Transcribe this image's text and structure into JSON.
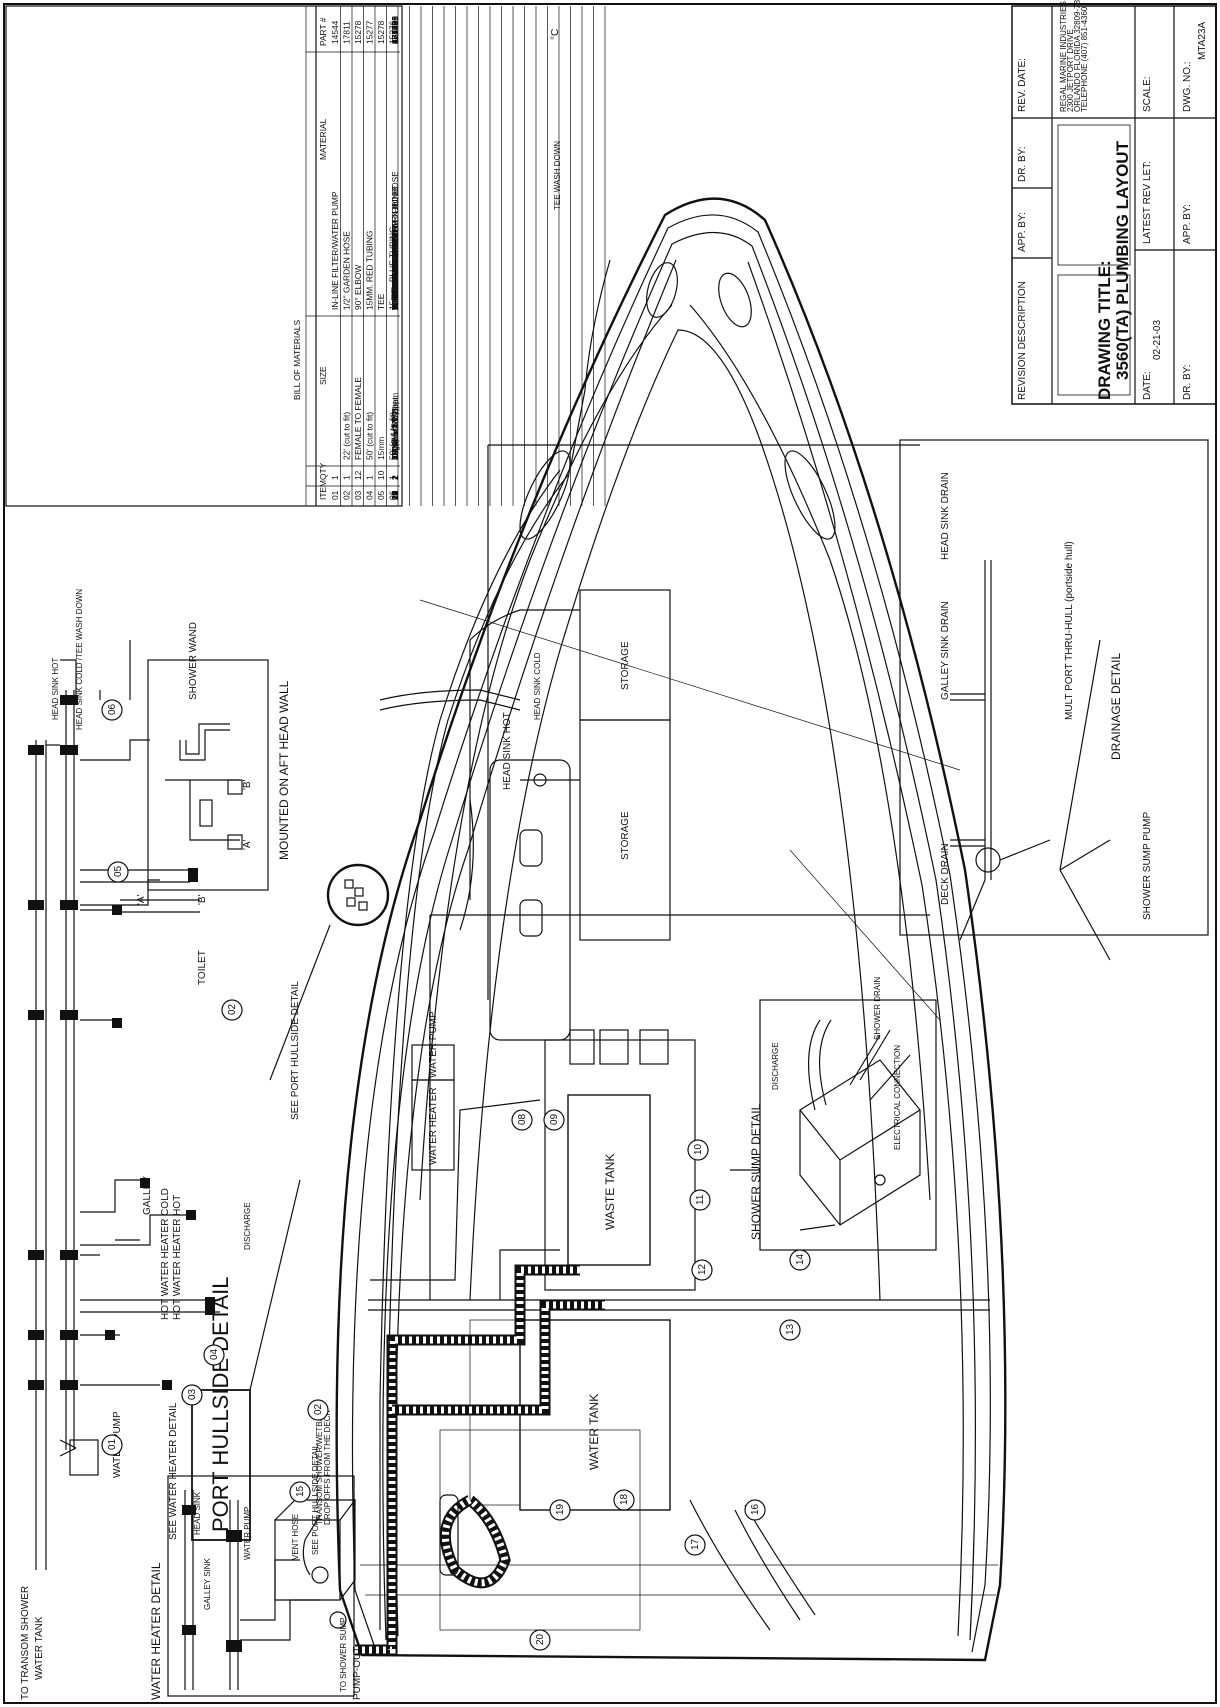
{
  "bom": {
    "title": "BILL OF MATERIALS",
    "headers": {
      "item": "ITEM",
      "qty": "QTY",
      "size": "SIZE",
      "material": "MATERIAL",
      "part": "PART #"
    },
    "rows": [
      {
        "item": "01",
        "qty": "1",
        "size": "",
        "material": "IN-LINE FILTER/WATER PUMP",
        "part": "14544"
      },
      {
        "item": "02",
        "qty": "1",
        "size": "22' (cut to fit)",
        "material": "1/2\" GARDEN HOSE",
        "part": "17811"
      },
      {
        "item": "03",
        "qty": "12",
        "size": "FEMALE TO FEMALE",
        "material": "90° ELBOW",
        "part": "15278"
      },
      {
        "item": "04",
        "qty": "1",
        "size": "50' (cut to fit)",
        "material": "15MM. RED TUBING",
        "part": "15277"
      },
      {
        "item": "05",
        "qty": "10",
        "size": "15mm",
        "material": "TEE",
        "part": "15278"
      },
      {
        "item": "06",
        "qty": "1",
        "size": "50' (cut to fit)",
        "material": "15mm. BLUE TUBING",
        "part": "15276"
      },
      {
        "item": "07",
        "qty": "1",
        "size": "4-1/2\"",
        "material": "WASTE SENDER",
        "part": "68240"
      },
      {
        "item": "08",
        "qty": "1",
        "size": "5/8\" (cut to fit)",
        "material": "DRAIN/VENT MULTIFLEX HOSE",
        "part": "1773"
      },
      {
        "item": "09",
        "qty": "2",
        "size": "3/4\"",
        "material": "PLASTIC PLUG",
        "part": "474089"
      },
      {
        "item": "10",
        "qty": "1",
        "size": "29gal.",
        "material": "WASTE TANK",
        "part": "68276"
      },
      {
        "item": "11",
        "qty": "1",
        "size": "1-3/8\" x 17\"",
        "material": "WASTE TANK PICK-UP TUBING",
        "part": "474095"
      },
      {
        "item": "12",
        "qty": "2",
        "size": "1-1/2\" x 1-1/2\"",
        "material": "1068 PLASTIC ELBOW",
        "part": "151726"
      },
      {
        "item": "13",
        "qty": "2",
        "size": "1-1/2\" x 1-1/2\"",
        "material": "PLASTIC ADAPTER",
        "part": "151728"
      },
      {
        "item": "14",
        "qty": "1",
        "size": "X",
        "material": "SHOWER PUMP",
        "part": "48221"
      },
      {
        "item": "15",
        "qty": "1",
        "size": "110v.",
        "material": "HOT WATER HEATER",
        "part": "4738"
      },
      {
        "item": "16",
        "qty": "2",
        "size": "15mm x 1/2\" mpt.",
        "material": "CHECK VALVE",
        "part": "15283"
      },
      {
        "item": "17",
        "qty": "2",
        "size": "15mm x 1/2\" stem",
        "material": "ADAPTER",
        "part": "15289"
      },
      {
        "item": "18",
        "qty": "2",
        "size": "15mm x 1/2\" fpt.",
        "material": "ADAPTER",
        "part": "15281"
      },
      {
        "item": "19",
        "qty": "1",
        "size": "15",
        "material": "1/2\" MULTIFLEX WATER FILL HOSE",
        "part": "1777"
      },
      {
        "item": "20",
        "qty": "1",
        "size": "75gal.",
        "material": "WATER TANK",
        "part": "68730"
      },
      {
        "item": "21",
        "qty": "1",
        "size": "1/2\"",
        "material": "CPVC WATER HOSE",
        "part": "15770"
      },
      {
        "item": "22",
        "qty": "1",
        "size": "1/2\" x 1/2\"",
        "material": "90° ELBOW",
        "part": "151701"
      },
      {
        "item": "23",
        "qty": "1",
        "size": "",
        "material": "WATER SENDING UNIT",
        "part": "X"
      },
      {
        "item": "24",
        "qty": "1",
        "size": "75' (cut to fit)",
        "material": "1-1/2\" WASTE HOSE",
        "part": "48579"
      }
    ]
  },
  "title_block": {
    "revision_description": "REVISION DESCRIPTION",
    "dr_by": "DR. BY:",
    "app_by": "APP. BY:",
    "rev_date": "REV. DATE:",
    "drawing_title_label": "DRAWING TITLE:",
    "drawing_title": "3560(TA) PLUMBING LAYOUT",
    "date_label": "DATE:",
    "date_value": "02-21-03",
    "latest_rev_label": "LATEST REV LET:",
    "scale_label": "SCALE:",
    "dr_by2": "DR. BY:",
    "app_by2": "APP. BY:",
    "dwg_no_label": "DWG. NO.:",
    "dwg_no": "MTA23A",
    "company_lines": [
      "REGAL MARINE INDUSTRIES",
      "2300 JETPORT DRIVE",
      "ORLANDO FLORIDA 32809-7895",
      "TELEPHONE (407) 851-4360"
    ]
  },
  "labels": {
    "tee_wash_down": "TEE WASH DOWN",
    "to_transom_shower": "TO TRANSOM SHOWER",
    "water_tank": "WATER TANK",
    "water_pump": "WATER PUMP",
    "see_water_heater_detail": "SEE WATER HEATER DETAIL",
    "hot_water_heater_cold": "HOT WATER HEATER COLD",
    "hot_water_heater_hot": "HOT WATER HEATER HOT",
    "galley": "GALLEY",
    "discharge": "DISCHARGE",
    "toilet": "TOILET",
    "head_sink_hot_top": "HEAD SINK HOT",
    "head_sink_cold_tee": "HEAD SINK COLD /TEE WASH DOWN",
    "marker_a": "'A'",
    "marker_b": "'B'",
    "shower_wand": "SHOWER WAND",
    "mounted_on_aft_head_wall": "MOUNTED ON AFT HEAD WALL",
    "see_port_hullside_detail": "SEE PORT HULLSIDE DETAIL",
    "port_hullside_detail": "PORT HULLSIDE DETAIL",
    "see_port_hullside_detail_2": "SEE PORT HULLSIDE DETAIL",
    "pump_out": "PUMP-OUT",
    "water_tank_inner": "WATER TANK",
    "waste_tank": "WASTE TANK",
    "water_heater": "WATER HEATER",
    "water_pump_inner": "WATER PUMP",
    "storage_1": "STORAGE",
    "storage_2": "STORAGE",
    "head_sink_hot": "HEAD SINK HOT",
    "head_sink_cold": "HEAD SINK COLD",
    "water_heater_detail": "WATER HEATER DETAIL",
    "transom_note": "TRANSOM SHOWER/WETBAR",
    "transom_note2": "DROP OFFS FROM THE DECK",
    "vent_hose": "VENT HOSE",
    "head_sink": "HEAD SINK",
    "water_pump_small": "WATER PUMP",
    "galley_sink": "GALLEY SINK",
    "to_shower_sump": "TO SHOWER SUMP",
    "shower_sump_detail": "SHOWER SUMP DETAIL",
    "electrical_connection": "ELECTRICAL CONNECTION",
    "discharge_small": "DISCHARGE",
    "shower_drain": "SHOWER DRAIN",
    "drainage_detail": "DRAINAGE DETAIL",
    "deck_drain": "DECK DRAIN",
    "galley_sink_drain": "GALLEY SINK DRAIN",
    "head_sink_drain": "HEAD SINK DRAIN",
    "mult_port_thru_hull": "MULT PORT THRU-HULL (portside hull)",
    "shower_sump_pump": "SHOWER SUMP PUMP",
    "corner_mark": "°C"
  },
  "bubbles": {
    "b01": "01",
    "b02": "02",
    "b03": "03",
    "b04": "04",
    "b05": "05",
    "b06": "06",
    "b02b": "02",
    "b08": "08",
    "b09": "09",
    "b10": "10",
    "b11": "11",
    "b12": "12",
    "b13": "13",
    "b14": "14",
    "b15": "15",
    "b16": "16",
    "b17": "17",
    "b18": "18",
    "b19": "19",
    "b20": "20"
  }
}
